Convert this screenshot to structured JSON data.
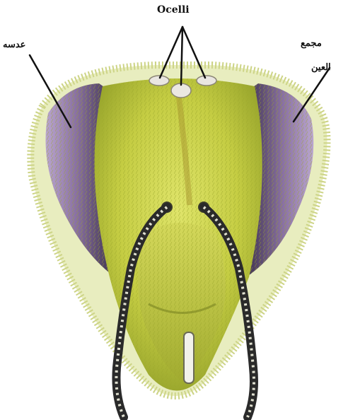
{
  "labels": {
    "ocelli": "Ocelli",
    "lens": "عدسه",
    "compound_eye_line1": "مجمع",
    "compound_eye_line2": "العين"
  },
  "colors": {
    "face": "#c9d24a",
    "face_dark": "#8f9a25",
    "eye": "#6d5a86",
    "eye_highlight": "#b49ac4",
    "antenna": "#2a2a2a",
    "leader_line": "#111111"
  }
}
